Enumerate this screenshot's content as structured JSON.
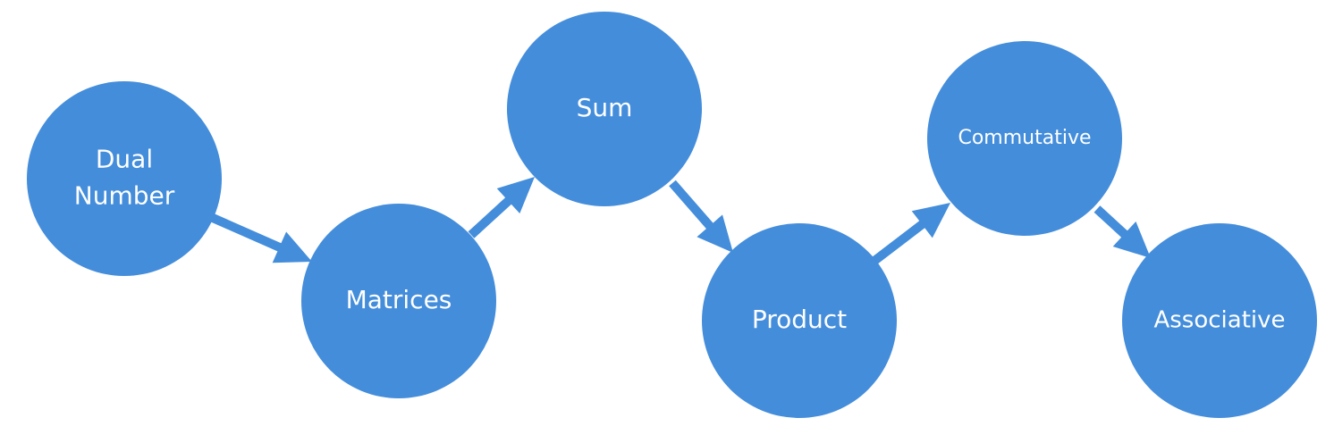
{
  "colors": {
    "node_fill": "#448ddb",
    "arrow_fill": "#448ddb",
    "label_text": "#ffffff",
    "background": "#ffffff"
  },
  "nodes": [
    {
      "id": "dual-number",
      "lines": [
        "Dual",
        "Number"
      ]
    },
    {
      "id": "matrices",
      "lines": [
        "Matrices"
      ]
    },
    {
      "id": "sum",
      "lines": [
        "Sum"
      ]
    },
    {
      "id": "product",
      "lines": [
        "Product"
      ]
    },
    {
      "id": "commutative",
      "lines": [
        "Commutative"
      ]
    },
    {
      "id": "associative",
      "lines": [
        "Associative"
      ]
    }
  ],
  "edges": [
    {
      "from": "dual-number",
      "to": "matrices"
    },
    {
      "from": "matrices",
      "to": "sum"
    },
    {
      "from": "sum",
      "to": "product"
    },
    {
      "from": "product",
      "to": "commutative"
    },
    {
      "from": "commutative",
      "to": "associative"
    }
  ]
}
